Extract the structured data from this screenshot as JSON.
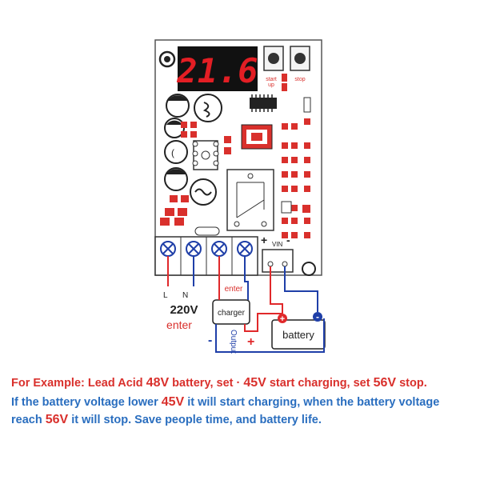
{
  "display": {
    "value": "21.6"
  },
  "buttons": {
    "start_label_1": "start",
    "start_label_2": "up",
    "stop_label": "stop"
  },
  "terminals": {
    "live": "L",
    "neutral": "N",
    "voltage": "220V",
    "enter_label": "enter",
    "plus": "+",
    "vin": "VIN",
    "minus": "-"
  },
  "charger": {
    "label": "charger",
    "enter_label": "enter",
    "output_label": "Output",
    "plus": "+",
    "minus": "-"
  },
  "battery": {
    "label": "battery",
    "plus": "+",
    "minus": "-"
  },
  "caption": {
    "line1": {
      "p1": "For Example: Lead Acid ",
      "v1": "48V",
      "p2": " battery, set ",
      "dot": "·",
      "v2": "45V",
      "p3": " start charging, set ",
      "v3": "56V",
      "p4": " stop."
    },
    "line2": {
      "p1": "If the battery voltage lower ",
      "v1": "45V",
      "p2": " it will start charging, when the battery voltage"
    },
    "line3": {
      "p1": "reach ",
      "v1": "56V",
      "p2": " it will stop. Save people time, and battery life."
    }
  },
  "colors": {
    "red": "#d9302c",
    "blue": "#2a6ebf",
    "wire_blue": "#1f3fa8",
    "wire_red": "#e0282a"
  }
}
